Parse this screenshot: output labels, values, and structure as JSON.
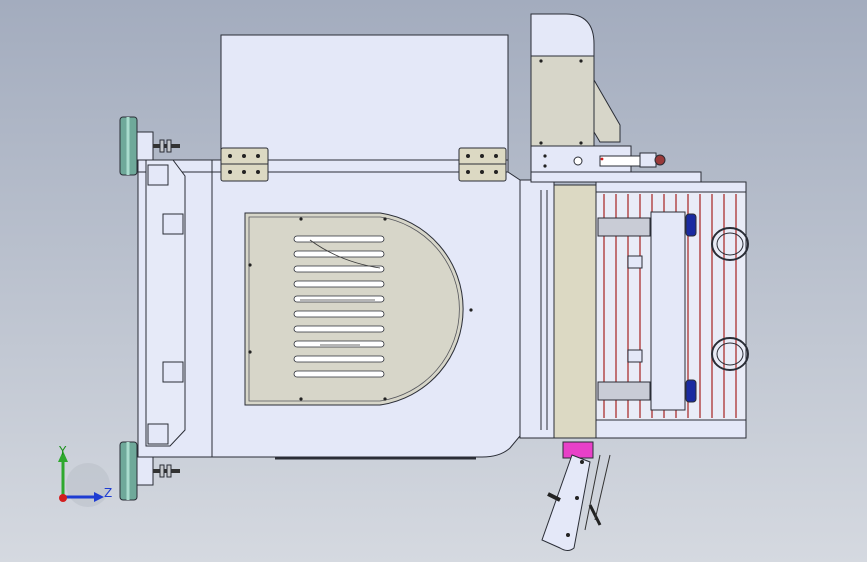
{
  "viewport": {
    "background_top": "#a3acbe",
    "background_bottom": "#d5d9e0",
    "model_fill": "#e4e8f8",
    "panel_fill": "#d7d6c9",
    "accent_magenta": "#e840c8",
    "accent_blue": "#1a2aa0",
    "rod_red": "#b44a4a"
  },
  "triad": {
    "y_label": "Y",
    "z_label": "Z",
    "y_color": "#2ea82e",
    "z_color": "#1e3cd2",
    "x_color": "#d21e1e"
  },
  "view": {
    "slot_count": 10,
    "rod_count": 12,
    "hinge_count": 2,
    "leveling_feet": 2
  }
}
